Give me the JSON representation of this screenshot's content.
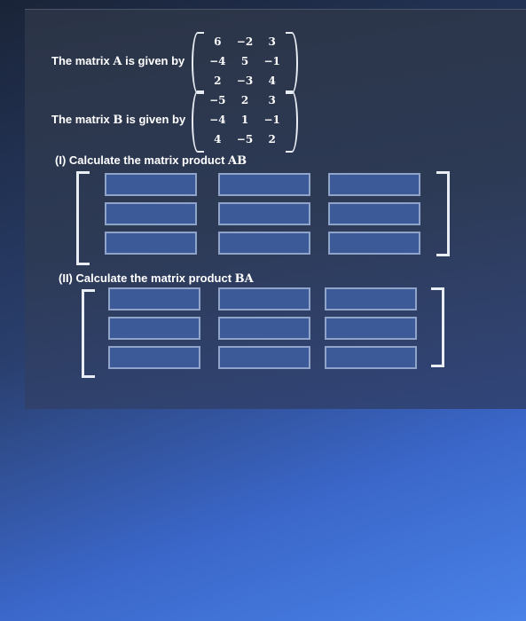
{
  "matrixA": {
    "label_prefix": "The matrix",
    "symbol": "A",
    "label_suffix": "is given by",
    "rows": [
      [
        "6",
        "−2",
        "3"
      ],
      [
        "−4",
        "5",
        "−1"
      ],
      [
        "2",
        "−3",
        "4"
      ]
    ]
  },
  "matrixB": {
    "label_prefix": "The matrix",
    "symbol": "B",
    "label_suffix": "is given by",
    "rows": [
      [
        "−5",
        "2",
        "3"
      ],
      [
        "−4",
        "1",
        "−1"
      ],
      [
        "4",
        "−5",
        "2"
      ]
    ]
  },
  "part1": {
    "label": "(I) Calculate the matrix product",
    "symbol": "AB"
  },
  "part2": {
    "label": "(II) Calculate the matrix product",
    "symbol": "BA"
  }
}
